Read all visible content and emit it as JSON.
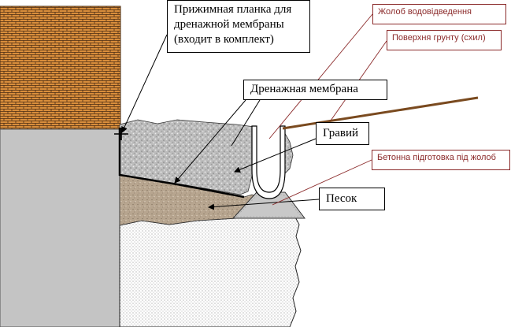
{
  "labels": {
    "clamp_strip": [
      "Прижимная планка для",
      "дренажной мембраны",
      "(входит в комплект)"
    ],
    "drainage_membrane": "Дренажная мембрана",
    "gravel": "Гравий",
    "sand": "Песок",
    "drain_channel": "Жолоб водовідведення",
    "ground_surface_slope": "Поверхня грунту (схил)",
    "concrete_base_under_channel": "Бетонна підготовка під жолоб"
  },
  "colors": {
    "brick": "#d98e3c",
    "mortar": "#4a2c12",
    "foundation": "#c4c4c4",
    "gravel": "#bcbcbc",
    "sand": "#b7a58f",
    "soil_dots": "#6a6a6a",
    "ground_line": "#7a4a1f",
    "callout_red": "#8b2a2a",
    "callout_black": "#000000"
  },
  "icons": {
    "clamp": "clamp-strip-icon",
    "pointer": "arrow-pointer-icon"
  }
}
